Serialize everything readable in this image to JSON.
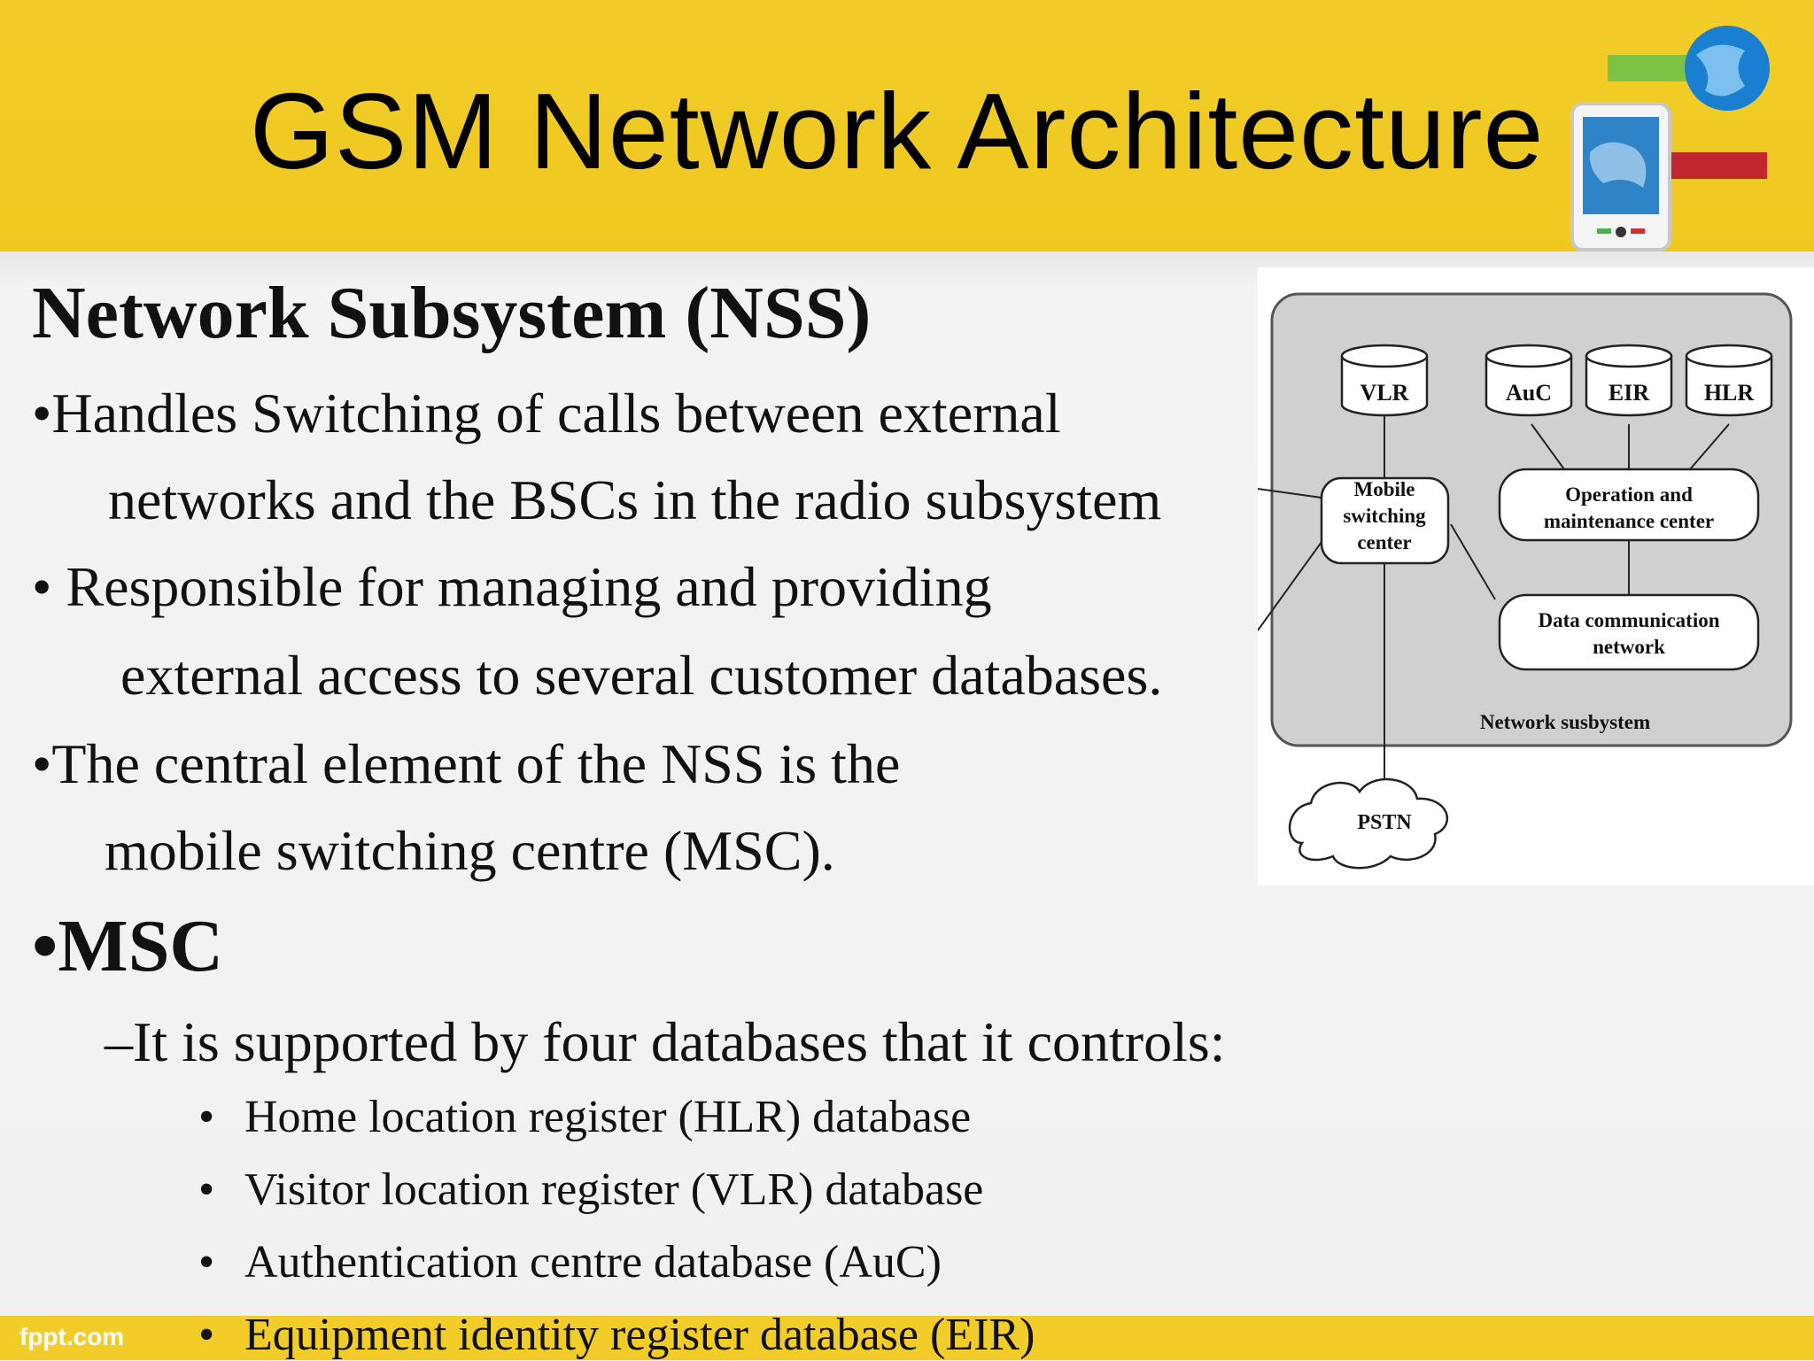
{
  "slide": {
    "title": "GSM Network Architecture",
    "section_heading": "Network Subsystem (NSS)",
    "bullets": [
      {
        "marker": "•",
        "line1": "Handles Switching of calls between external",
        "line2": "networks and the BSCs in the radio subsystem"
      },
      {
        "marker": "•",
        "line1": " Responsible for managing and providing",
        "line2": "external access to several customer databases."
      },
      {
        "marker": "•",
        "line1": "The central element of the NSS is the",
        "line2": "mobile switching centre (MSC)."
      }
    ],
    "msc_heading": "•MSC",
    "msc_subtext": "–It is supported by four databases that it controls:",
    "databases": [
      "Home location register (HLR) database",
      "Visitor location register (VLR) database",
      "Authentication centre database (AuC)",
      "Equipment identity register database (EIR)"
    ],
    "footer_brand": "fppt.com"
  },
  "diagram": {
    "registers": [
      "VLR",
      "AuC",
      "EIR",
      "HLR"
    ],
    "msc_label": [
      "Mobile",
      "switching",
      "center"
    ],
    "omc_label": [
      "Operation and",
      "maintenance center"
    ],
    "dcn_label": [
      "Data communication",
      "network"
    ],
    "subsystem_label": "Network susbystem",
    "external_label": "PSTN"
  },
  "colors": {
    "header": "#f2cd2a",
    "text": "#111111",
    "diagram_fill": "#cfcfcf"
  },
  "icons": {
    "logo": "phone-globe-exchange-icon"
  }
}
